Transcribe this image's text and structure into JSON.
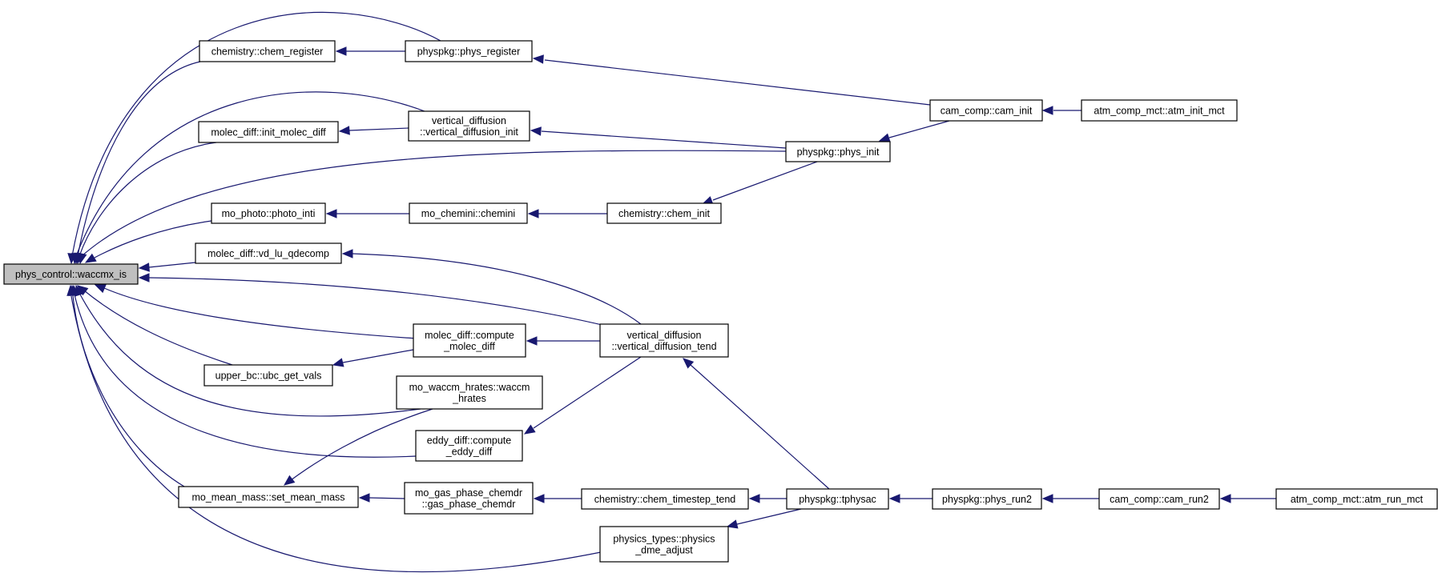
{
  "graph": {
    "type": "caller-graph",
    "root": "phys_control::waccmx_is",
    "nodes": [
      {
        "id": "waccmx_is",
        "lines": [
          "phys_control::waccmx_is"
        ],
        "root": true
      },
      {
        "id": "chem_register",
        "lines": [
          "chemistry::chem_register"
        ]
      },
      {
        "id": "phys_register",
        "lines": [
          "physpkg::phys_register"
        ]
      },
      {
        "id": "cam_init",
        "lines": [
          "cam_comp::cam_init"
        ]
      },
      {
        "id": "atm_init_mct",
        "lines": [
          "atm_comp_mct::atm_init_mct"
        ]
      },
      {
        "id": "init_molec_diff",
        "lines": [
          "molec_diff::init_molec_diff"
        ]
      },
      {
        "id": "vd_init",
        "lines": [
          "vertical_diffusion",
          "::vertical_diffusion_init"
        ]
      },
      {
        "id": "phys_init",
        "lines": [
          "physpkg::phys_init"
        ]
      },
      {
        "id": "photo_inti",
        "lines": [
          "mo_photo::photo_inti"
        ]
      },
      {
        "id": "chemini",
        "lines": [
          "mo_chemini::chemini"
        ]
      },
      {
        "id": "chem_init",
        "lines": [
          "chemistry::chem_init"
        ]
      },
      {
        "id": "vd_lu_qdecomp",
        "lines": [
          "molec_diff::vd_lu_qdecomp"
        ]
      },
      {
        "id": "compute_molec_diff",
        "lines": [
          "molec_diff::compute",
          "_molec_diff"
        ]
      },
      {
        "id": "vd_tend",
        "lines": [
          "vertical_diffusion",
          "::vertical_diffusion_tend"
        ]
      },
      {
        "id": "ubc_get_vals",
        "lines": [
          "upper_bc::ubc_get_vals"
        ]
      },
      {
        "id": "waccm_hrates",
        "lines": [
          "mo_waccm_hrates::waccm",
          "_hrates"
        ]
      },
      {
        "id": "compute_eddy_diff",
        "lines": [
          "eddy_diff::compute",
          "_eddy_diff"
        ]
      },
      {
        "id": "set_mean_mass",
        "lines": [
          "mo_mean_mass::set_mean_mass"
        ]
      },
      {
        "id": "gas_phase_chemdr",
        "lines": [
          "mo_gas_phase_chemdr",
          "::gas_phase_chemdr"
        ]
      },
      {
        "id": "chem_timestep_tend",
        "lines": [
          "chemistry::chem_timestep_tend"
        ]
      },
      {
        "id": "tphysac",
        "lines": [
          "physpkg::tphysac"
        ]
      },
      {
        "id": "phys_run2",
        "lines": [
          "physpkg::phys_run2"
        ]
      },
      {
        "id": "cam_run2",
        "lines": [
          "cam_comp::cam_run2"
        ]
      },
      {
        "id": "atm_run_mct",
        "lines": [
          "atm_comp_mct::atm_run_mct"
        ]
      },
      {
        "id": "physics_dme_adjust",
        "lines": [
          "physics_types::physics",
          "_dme_adjust"
        ]
      }
    ],
    "edges": [
      {
        "from": "chem_register",
        "to": "waccmx_is"
      },
      {
        "from": "phys_register",
        "to": "waccmx_is"
      },
      {
        "from": "phys_register",
        "to": "chem_register"
      },
      {
        "from": "cam_init",
        "to": "phys_register"
      },
      {
        "from": "atm_init_mct",
        "to": "cam_init"
      },
      {
        "from": "init_molec_diff",
        "to": "waccmx_is"
      },
      {
        "from": "vd_init",
        "to": "waccmx_is"
      },
      {
        "from": "vd_init",
        "to": "init_molec_diff"
      },
      {
        "from": "phys_init",
        "to": "vd_init"
      },
      {
        "from": "phys_init",
        "to": "waccmx_is"
      },
      {
        "from": "cam_init",
        "to": "phys_init"
      },
      {
        "from": "photo_inti",
        "to": "waccmx_is"
      },
      {
        "from": "chemini",
        "to": "photo_inti"
      },
      {
        "from": "chem_init",
        "to": "chemini"
      },
      {
        "from": "phys_init",
        "to": "chem_init"
      },
      {
        "from": "vd_lu_qdecomp",
        "to": "waccmx_is"
      },
      {
        "from": "vd_tend",
        "to": "vd_lu_qdecomp"
      },
      {
        "from": "vd_tend",
        "to": "waccmx_is"
      },
      {
        "from": "compute_molec_diff",
        "to": "waccmx_is"
      },
      {
        "from": "vd_tend",
        "to": "compute_molec_diff"
      },
      {
        "from": "ubc_get_vals",
        "to": "waccmx_is"
      },
      {
        "from": "compute_molec_diff",
        "to": "ubc_get_vals"
      },
      {
        "from": "waccm_hrates",
        "to": "waccmx_is"
      },
      {
        "from": "compute_eddy_diff",
        "to": "waccmx_is"
      },
      {
        "from": "vd_tend",
        "to": "compute_eddy_diff"
      },
      {
        "from": "set_mean_mass",
        "to": "waccmx_is"
      },
      {
        "from": "waccm_hrates",
        "to": "set_mean_mass"
      },
      {
        "from": "gas_phase_chemdr",
        "to": "set_mean_mass"
      },
      {
        "from": "chem_timestep_tend",
        "to": "gas_phase_chemdr"
      },
      {
        "from": "tphysac",
        "to": "chem_timestep_tend"
      },
      {
        "from": "tphysac",
        "to": "vd_tend"
      },
      {
        "from": "phys_run2",
        "to": "tphysac"
      },
      {
        "from": "cam_run2",
        "to": "phys_run2"
      },
      {
        "from": "atm_run_mct",
        "to": "cam_run2"
      },
      {
        "from": "physics_dme_adjust",
        "to": "waccmx_is"
      },
      {
        "from": "tphysac",
        "to": "physics_dme_adjust"
      }
    ]
  }
}
